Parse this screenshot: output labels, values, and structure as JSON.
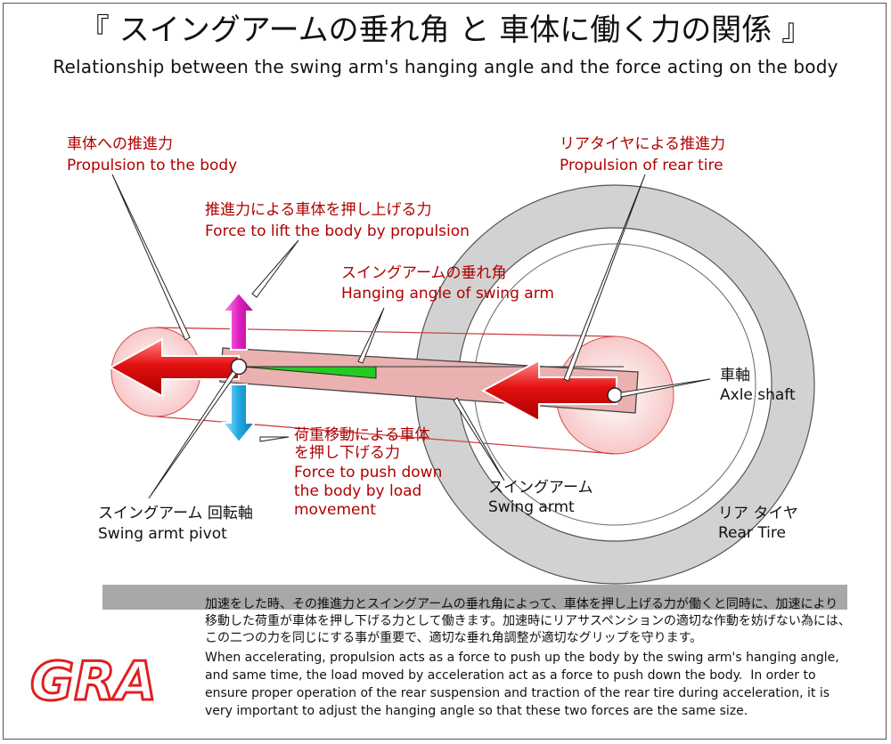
{
  "title": {
    "ja": "『 スイングアームの垂れ角 と 車体に働く力の関係 』",
    "en": "Relationship between the swing arm's hanging angle and the force acting on the body"
  },
  "labels": {
    "propulsion_body": {
      "ja": "車体への推進力",
      "en": "Propulsion to the body"
    },
    "lift_force": {
      "ja": "推進力による車体を押し上げる力",
      "en": "Force to lift the body by propulsion"
    },
    "hanging_angle": {
      "ja": "スイングアームの垂れ角",
      "en": "Hanging angle of swing arm"
    },
    "rear_propulsion": {
      "ja": "リアタイヤによる推進力",
      "en": "Propulsion of rear tire"
    },
    "axle": {
      "ja": "車軸",
      "en": "Axle shaft"
    },
    "push_down": {
      "ja1": "荷重移動による車体",
      "ja2": "を押し下げる力",
      "en1": "Force to push down",
      "en2": "the body by load",
      "en3": "movement"
    },
    "swing_arm": {
      "ja": "スイングアーム",
      "en": "Swing armt"
    },
    "pivot": {
      "ja": "スイングアーム 回転軸",
      "en": "Swing armt pivot"
    },
    "rear_tire": {
      "ja": "リア タイヤ",
      "en": "Rear Tire"
    }
  },
  "description": {
    "ja": [
      "加速をした時、その推進力とスイングアームの垂れ角によって、車体を押し上げる力が働くと同時に、加速により",
      "移動した荷重が車体を押し下げる力として働きます。加速時にリアサスペンションの適切な作動を妨げない為には、",
      "この二つの力を同じにする事が重要で、適切な垂れ角調整が適切なグリップを守ります。"
    ],
    "en": [
      "When accelerating, propulsion acts as a force to push up the body by the swing arm's hanging angle,",
      "and same time, the load moved by acceleration act as a force to push down the body.  In order to",
      "ensure proper operation of the rear suspension and traction of the rear tire during acceleration, it is",
      "very important to adjust the hanging angle so that these two forces are the same size."
    ]
  },
  "logo": "GRA",
  "colors": {
    "label_red": "#b00000",
    "arrow_red": "#e41010",
    "arrow_magenta": "#e020c0",
    "arrow_cyan": "#20a8e0",
    "angle_green": "#22cc22",
    "swing_arm_fill": "#eab1b1",
    "tire_gray": "#d2d2d2",
    "ground_gray": "#a8a8a8"
  }
}
